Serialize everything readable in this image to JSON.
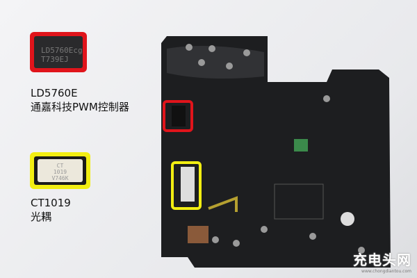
{
  "callouts": [
    {
      "chip_marking": [
        "LD5760Ecg",
        "T739EJ"
      ],
      "part": "LD5760E",
      "description": "通嘉科技PWM控制器",
      "color": "#e0141b"
    },
    {
      "chip_marking": [
        "CT",
        "1019",
        "V746K"
      ],
      "part": "CT1019",
      "description": "光耦",
      "color": "#f2ee12"
    }
  ],
  "watermark": {
    "name": "充电头网",
    "url": "www.chongdiantou.com"
  }
}
